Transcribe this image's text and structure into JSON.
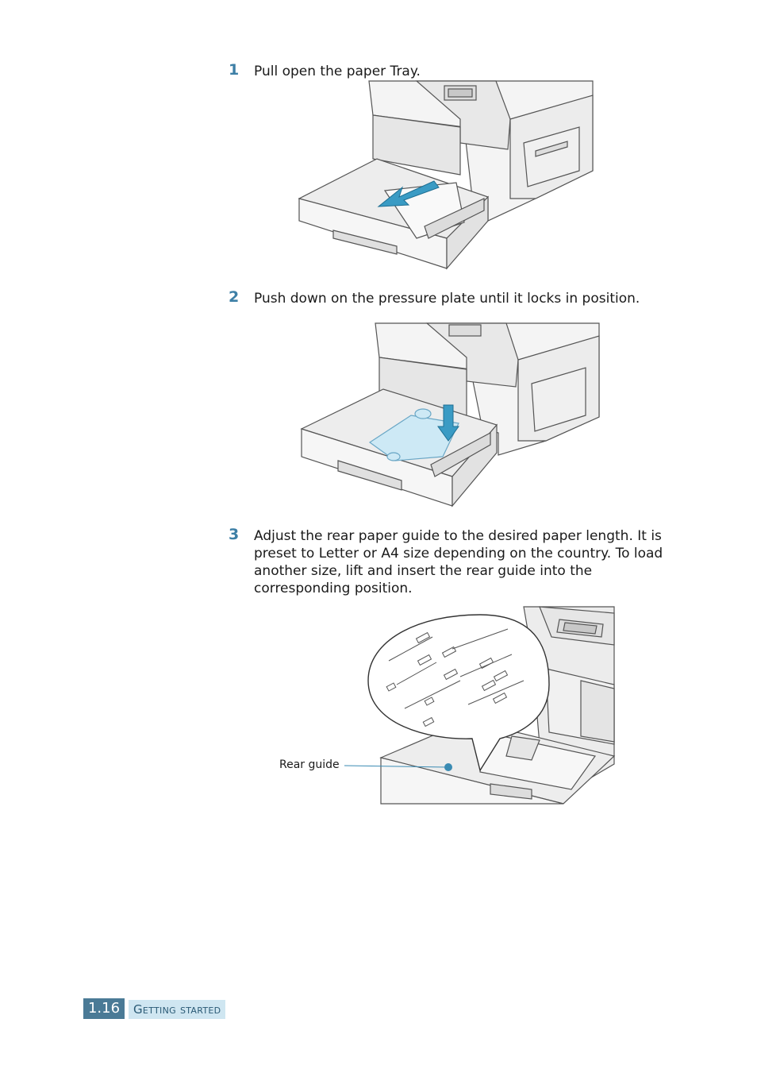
{
  "steps": [
    {
      "number": "1",
      "text": "Pull open the paper Tray."
    },
    {
      "number": "2",
      "text": "Push down on the pressure plate until it locks in position."
    },
    {
      "number": "3",
      "text": "Adjust the rear paper guide to the desired paper length. It is preset to Letter or A4 size depending on the country. To load another size, lift and insert the rear guide into the corresponding position."
    }
  ],
  "callout": {
    "rear_guide_label": "Rear guide"
  },
  "footer": {
    "page_number": "1.16",
    "chapter_title": "Getting started"
  },
  "colors": {
    "accent": "#3d7fa6",
    "arrow": "#3a9bc4",
    "plate": "#cde9f5",
    "footer_box": "#4a7a96",
    "footer_title_bg": "#cfe6f1"
  }
}
